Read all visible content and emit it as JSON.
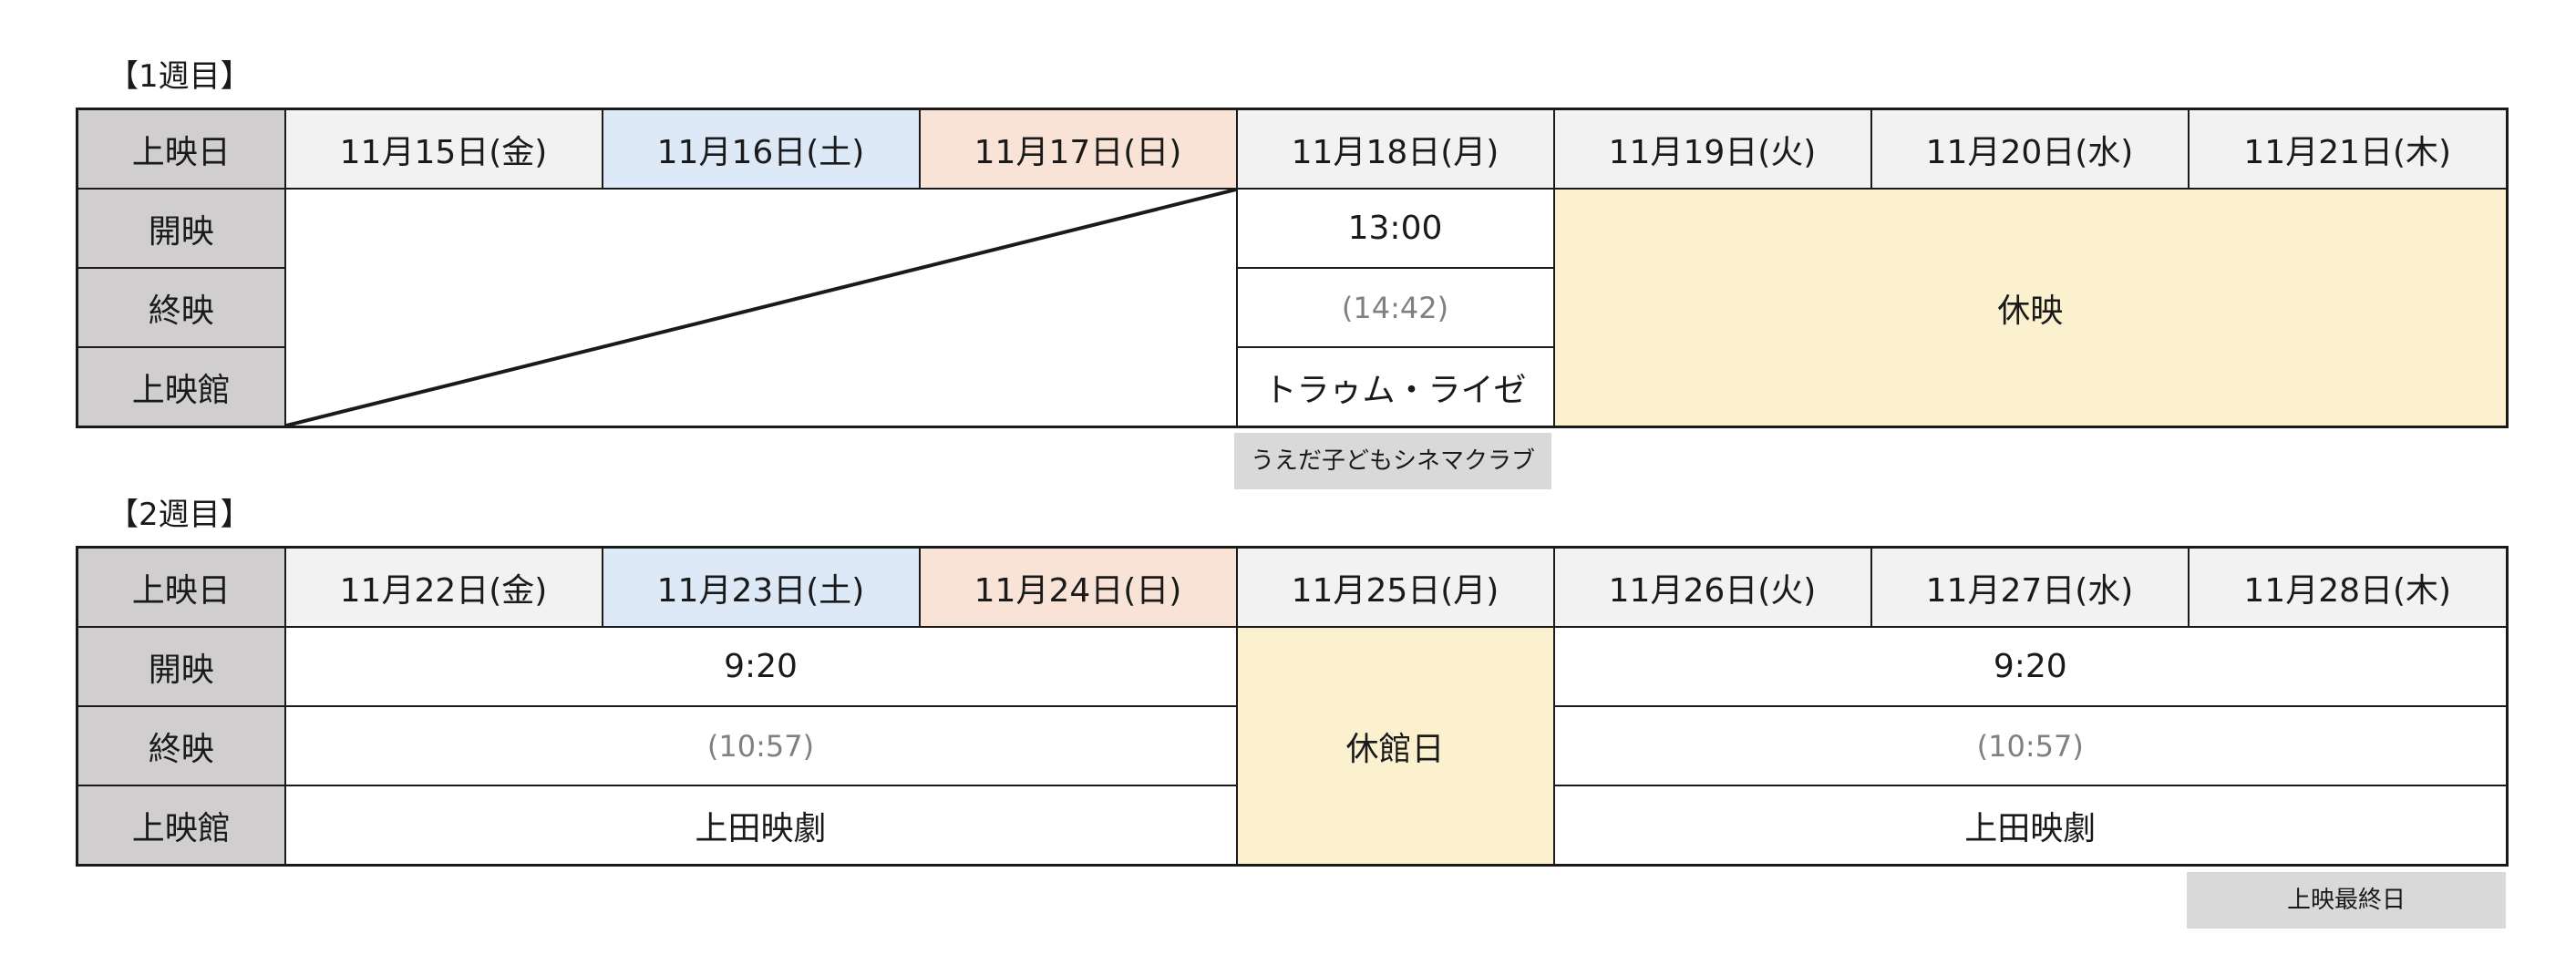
{
  "week1": {
    "label": "【1週目】",
    "row_labels": {
      "date": "上映日",
      "start": "開映",
      "end": "終映",
      "venue": "上映館"
    },
    "dates": [
      "11月15日(金)",
      "11月16日(土)",
      "11月17日(日)",
      "11月18日(月)",
      "11月19日(火)",
      "11月20日(水)",
      "11月21日(木)"
    ],
    "screening": {
      "start": "13:00",
      "end": "(14:42)",
      "venue": "トラゥム・ライゼ"
    },
    "closed_label": "休映",
    "note": "うえだ子どもシネマクラブ"
  },
  "week2": {
    "label": "【2週目】",
    "row_labels": {
      "date": "上映日",
      "start": "開映",
      "end": "終映",
      "venue": "上映館"
    },
    "dates": [
      "11月22日(金)",
      "11月23日(土)",
      "11月24日(日)",
      "11月25日(月)",
      "11月26日(火)",
      "11月27日(水)",
      "11月28日(木)"
    ],
    "block_a": {
      "start": "9:20",
      "end": "(10:57)",
      "venue": "上田映劇"
    },
    "closed_label": "休館日",
    "block_b": {
      "start": "9:20",
      "end": "(10:57)",
      "venue": "上田映劇"
    },
    "note": "上映最終日"
  },
  "colors": {
    "header": "#d0cecf",
    "weekday": "#f2f2f2",
    "saturday": "#dde9f7",
    "sunday": "#f8e3d6",
    "closed": "#fcf1cf",
    "note": "#d9d9d9"
  }
}
